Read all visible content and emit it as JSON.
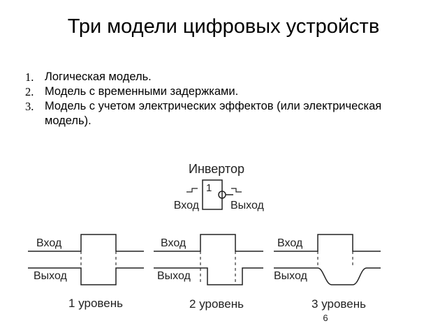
{
  "slide": {
    "title": "Три модели цифровых устройств",
    "items": [
      {
        "number": "1.",
        "text": "Логическая модель."
      },
      {
        "number": "2.",
        "text": "Модель с временными задержками."
      },
      {
        "number": "3.",
        "text": "Модель с учетом электрических эффектов (или электрическая модель)."
      }
    ]
  },
  "figure": {
    "inverter_title": "Инвертор",
    "gate_symbol": "1",
    "gate_input_label": "Вход",
    "gate_output_label": "Выход",
    "panels": [
      {
        "input_label": "Вход",
        "output_label": "Выход",
        "caption": "1 уровень"
      },
      {
        "input_label": "Вход",
        "output_label": "Выход",
        "caption": "2 уровень"
      },
      {
        "input_label": "Вход",
        "output_label": "Выход",
        "caption": "3 уровень"
      }
    ],
    "page_number": "6"
  }
}
